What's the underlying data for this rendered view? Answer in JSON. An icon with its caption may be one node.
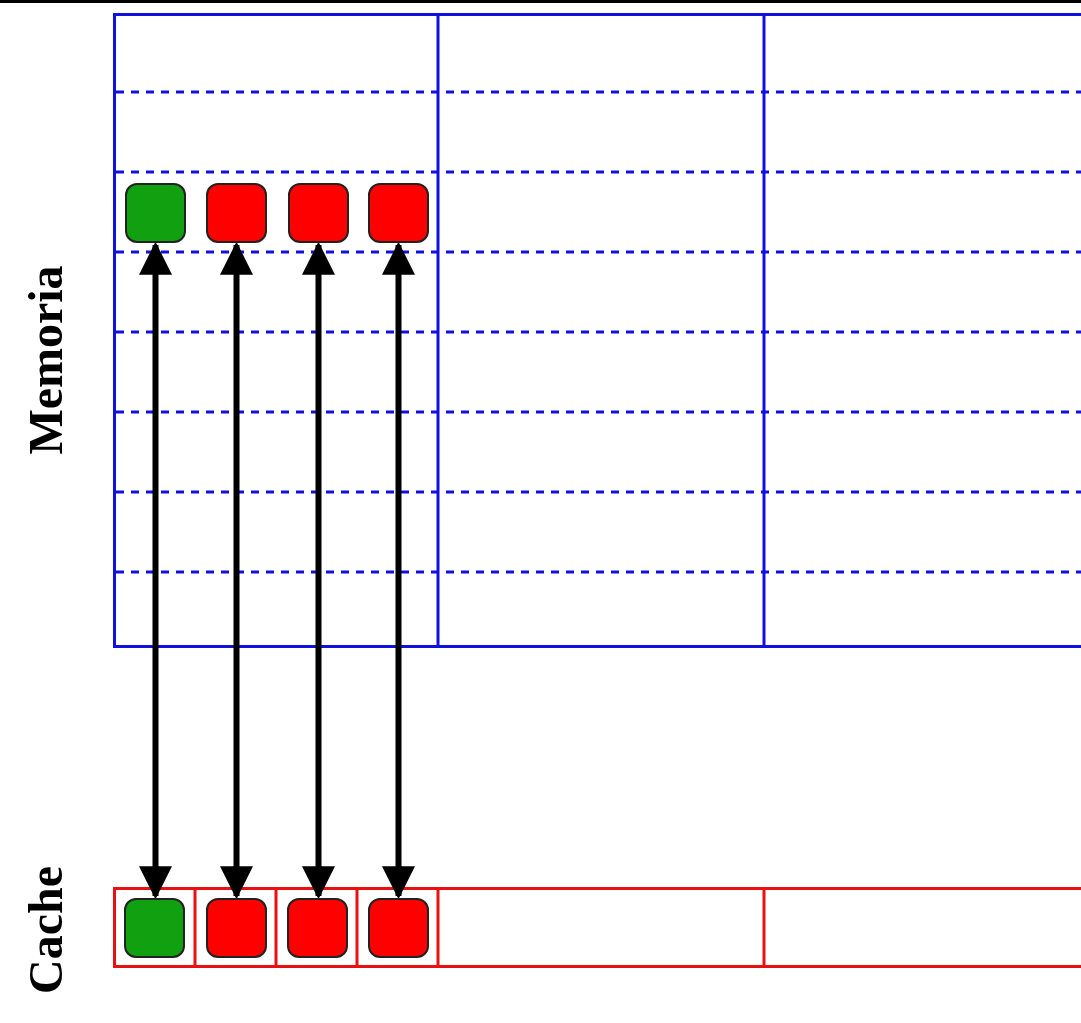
{
  "diagram": {
    "nodes": [
      {
        "text": [
          "Memoria"
        ]
      },
      {
        "text": [],
        "shape": "box",
        "in": 0
      },
      {
        "text": [],
        "shape": "box",
        "in": 0
      },
      {
        "text": [],
        "shape": "box",
        "in": 0
      },
      {
        "text": [],
        "shape": "box",
        "in": 0
      },
      {
        "text": [
          "Cache"
        ]
      },
      {
        "text": [],
        "shape": "box",
        "in": 5
      },
      {
        "text": [],
        "shape": "box",
        "in": 5
      },
      {
        "text": [],
        "shape": "box",
        "in": 5
      },
      {
        "text": [],
        "shape": "box",
        "in": 5
      }
    ],
    "edges": [
      {
        "from": 1,
        "to": 6,
        "arrow": "both"
      },
      {
        "from": 2,
        "to": 7,
        "arrow": "both"
      },
      {
        "from": 3,
        "to": 8,
        "arrow": "both"
      },
      {
        "from": 4,
        "to": 9,
        "arrow": "both"
      }
    ]
  }
}
